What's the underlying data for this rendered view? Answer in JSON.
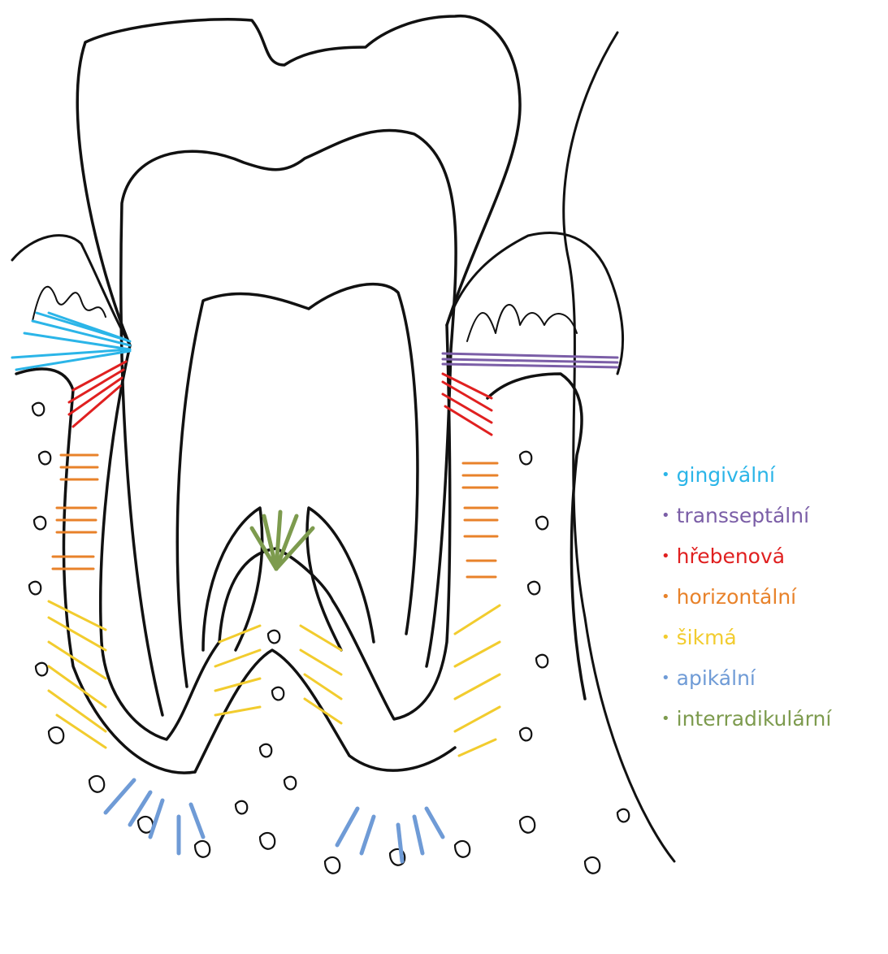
{
  "legend": {
    "items": [
      {
        "id": "gingivalni",
        "label": "gingivální",
        "color": "#2bb5e8"
      },
      {
        "id": "transseptalni",
        "label": "transseptální",
        "color": "#7b5ea7"
      },
      {
        "id": "hrebenova",
        "label": "hřebenová",
        "color": "#e02020"
      },
      {
        "id": "horizontalni",
        "label": "horizontální",
        "color": "#e8822a"
      },
      {
        "id": "sikma",
        "label": "šikmá",
        "color": "#f2cc2e"
      },
      {
        "id": "apikalni",
        "label": "apikální",
        "color": "#6f9bd6"
      },
      {
        "id": "interradikularni",
        "label": "interradikulární",
        "color": "#7d9b4e"
      }
    ],
    "bullet": "•"
  },
  "colors": {
    "outline": "#111111",
    "background": "#ffffff"
  }
}
